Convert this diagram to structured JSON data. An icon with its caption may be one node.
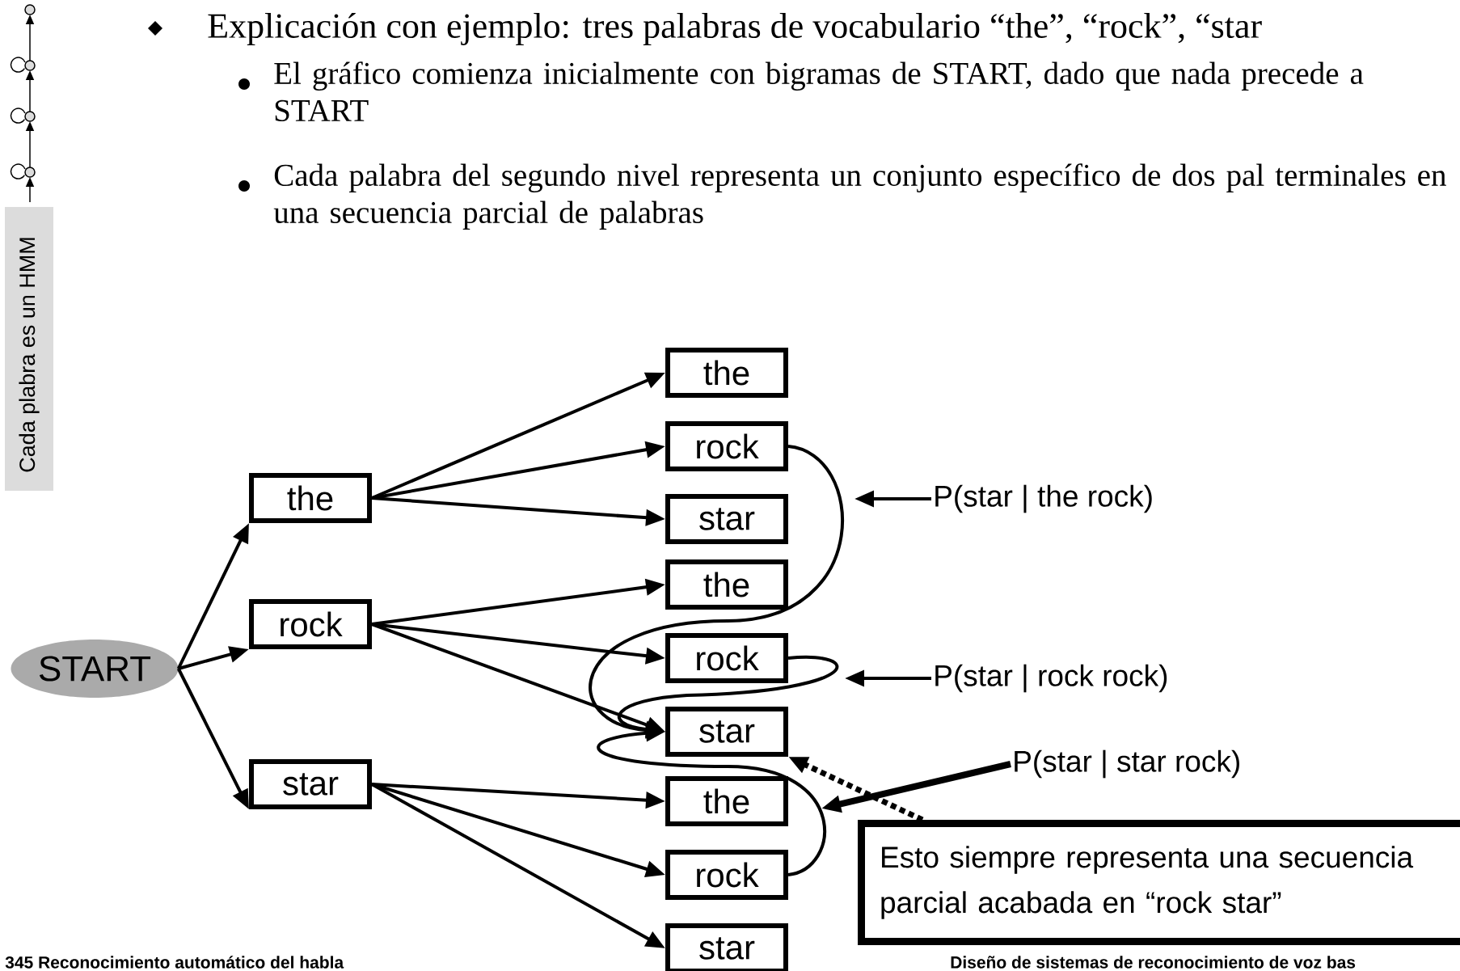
{
  "diagram": {
    "nodes": [
      {
        "text": [
          "START"
        ]
      },
      {
        "text": [
          "the"
        ]
      },
      {
        "text": [
          "rock"
        ]
      },
      {
        "text": [
          "star"
        ]
      },
      {
        "text": [
          "the"
        ]
      },
      {
        "text": [
          "rock"
        ]
      },
      {
        "text": [
          "star"
        ]
      },
      {
        "text": [
          "the"
        ]
      },
      {
        "text": [
          "rock"
        ]
      },
      {
        "text": [
          "star"
        ]
      },
      {
        "text": [
          "the"
        ]
      },
      {
        "text": [
          "rock"
        ]
      },
      {
        "text": [
          "star"
        ]
      },
      {
        "text": [
          "P(star | the rock)"
        ]
      },
      {
        "text": [
          "P(star | rock rock)"
        ]
      },
      {
        "text": [
          "P(star | star  rock)"
        ]
      },
      {
        "text": [
          "Esto siempre representa una secuencia parcial acabada en “rock star”"
        ]
      }
    ],
    "edges": [
      {
        "from": 0,
        "to": 1,
        "arrow": "to"
      },
      {
        "from": 0,
        "to": 2,
        "arrow": "to"
      },
      {
        "from": 0,
        "to": 3,
        "arrow": "to"
      },
      {
        "from": 1,
        "to": 4,
        "arrow": "to"
      },
      {
        "from": 1,
        "to": 5,
        "arrow": "to"
      },
      {
        "from": 1,
        "to": 6,
        "arrow": "to"
      },
      {
        "from": 2,
        "to": 7,
        "arrow": "to"
      },
      {
        "from": 2,
        "to": 8,
        "arrow": "to"
      },
      {
        "from": 2,
        "to": 9,
        "arrow": "to"
      },
      {
        "from": 3,
        "to": 10,
        "arrow": "to"
      },
      {
        "from": 3,
        "to": 11,
        "arrow": "to"
      },
      {
        "from": 3,
        "to": 12,
        "arrow": "to"
      },
      {
        "from": 5,
        "to": 9,
        "arrow": "to"
      },
      {
        "from": 8,
        "to": 9,
        "arrow": "to"
      },
      {
        "from": 11,
        "to": 9,
        "arrow": "to"
      },
      {
        "from": 13,
        "to": null,
        "arrow": "to"
      },
      {
        "from": 14,
        "to": null,
        "arrow": "to"
      },
      {
        "from": 15,
        "to": null,
        "arrow": "to",
        "style": "thick"
      },
      {
        "from": 16,
        "to": 9,
        "arrow": "to",
        "style": "dashed"
      }
    ],
    "labels": [
      "Cada plabra es un HMM",
      "Explicación con ejemplo: tres palabras de vocabulario “the”, “rock”, “star",
      "El gráfico comienza inicialmente con bigramas de START, dado que nada precede a START",
      "Cada palabra del segundo nivel representa un conjunto específico de dos pal terminales en una secuencia parcial de palabras",
      "345 Reconocimiento automático del habla",
      "Diseño de sistemas de reconocimiento de voz bas"
    ]
  }
}
